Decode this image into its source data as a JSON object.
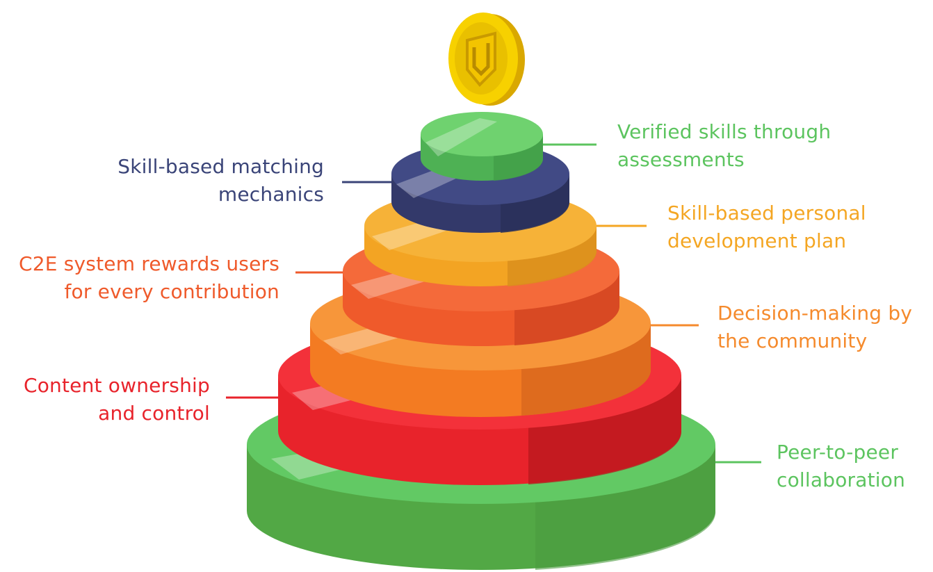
{
  "colors": {
    "green": "#5cc45f",
    "navy": "#3a4478",
    "amber": "#f4a623",
    "orange_red": "#ef5a2b",
    "orange": "#f58a2c",
    "red": "#e8232b",
    "coin": "#f7d100"
  },
  "coin": {
    "icon": "shield-u-coin-icon"
  },
  "labels": {
    "verified": {
      "line1": "Verified skills through",
      "line2": "assessments"
    },
    "matching": {
      "line1": "Skill-based matching",
      "line2": "mechanics"
    },
    "personal": {
      "line1": "Skill-based personal",
      "line2": "development plan"
    },
    "c2e": {
      "line1": "C2E system rewards users",
      "line2": "for every contribution"
    },
    "decision": {
      "line1": "Decision-making by",
      "line2": "the community"
    },
    "ownership": {
      "line1": "Content ownership",
      "line2": "and control"
    },
    "peer": {
      "line1": "Peer-to-peer",
      "line2": "collaboration"
    }
  }
}
